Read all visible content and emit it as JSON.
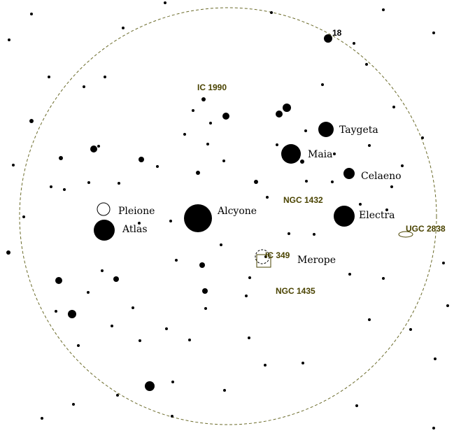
{
  "stars": {
    "alcyone": "Alcyone",
    "atlas": "Atlas",
    "pleione": "Pleione",
    "electra": "Electra",
    "maia": "Maia",
    "taygeta": "Taygeta",
    "celaeno": "Celaeno",
    "merope": "Merope",
    "star18": "18"
  },
  "deep_sky": {
    "ic1990": "IC 1990",
    "ngc1432": "NGC 1432",
    "ngc1435": "NGC 1435",
    "ugc2838": "UGC 2838",
    "ic349": "IC 349"
  },
  "colors": {
    "dso": "#4a4300",
    "circle": "#6b6b2a",
    "star": "#000000"
  }
}
